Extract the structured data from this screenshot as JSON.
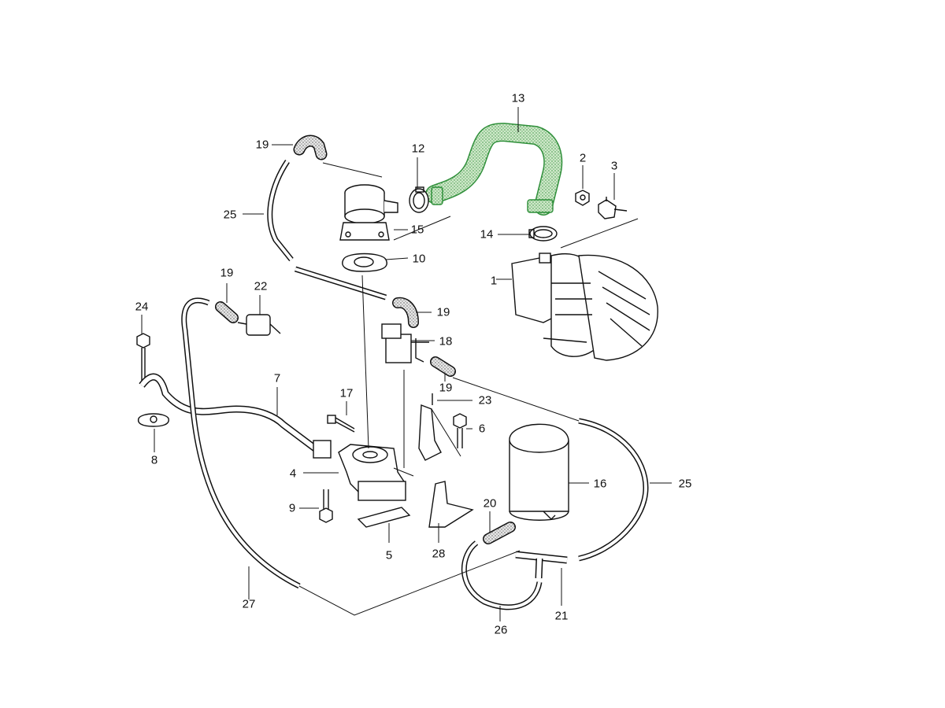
{
  "diagram": {
    "highlight_color": "#2f8f3a",
    "line_color": "#111111",
    "labels": [
      {
        "id": "l1",
        "text": "1"
      },
      {
        "id": "l2",
        "text": "2"
      },
      {
        "id": "l3",
        "text": "3"
      },
      {
        "id": "l4",
        "text": "4"
      },
      {
        "id": "l5",
        "text": "5"
      },
      {
        "id": "l6",
        "text": "6"
      },
      {
        "id": "l7",
        "text": "7"
      },
      {
        "id": "l8",
        "text": "8"
      },
      {
        "id": "l9",
        "text": "9"
      },
      {
        "id": "l10",
        "text": "10"
      },
      {
        "id": "l12",
        "text": "12"
      },
      {
        "id": "l13",
        "text": "13"
      },
      {
        "id": "l14",
        "text": "14"
      },
      {
        "id": "l15",
        "text": "15"
      },
      {
        "id": "l16",
        "text": "16"
      },
      {
        "id": "l17",
        "text": "17"
      },
      {
        "id": "l18",
        "text": "18"
      },
      {
        "id": "l19a",
        "text": "19"
      },
      {
        "id": "l19b",
        "text": "19"
      },
      {
        "id": "l19c",
        "text": "19"
      },
      {
        "id": "l19d",
        "text": "19"
      },
      {
        "id": "l20",
        "text": "20"
      },
      {
        "id": "l21",
        "text": "21"
      },
      {
        "id": "l22",
        "text": "22"
      },
      {
        "id": "l23",
        "text": "23"
      },
      {
        "id": "l24",
        "text": "24"
      },
      {
        "id": "l25a",
        "text": "25"
      },
      {
        "id": "l25b",
        "text": "25"
      },
      {
        "id": "l26",
        "text": "26"
      },
      {
        "id": "l27",
        "text": "27"
      },
      {
        "id": "l28",
        "text": "28"
      }
    ]
  }
}
